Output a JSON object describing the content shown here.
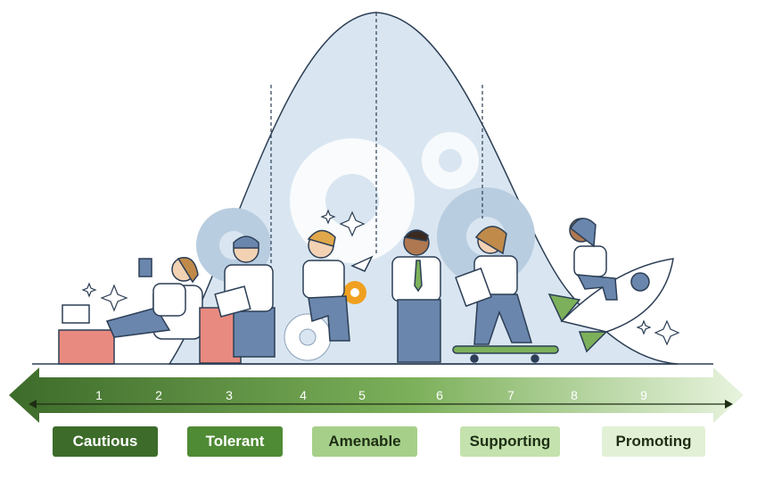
{
  "scale": {
    "numbers": [
      "1",
      "2",
      "3",
      "4",
      "5",
      "6",
      "7",
      "8",
      "9"
    ]
  },
  "categories": [
    {
      "label": "Cautious",
      "bg": "#3d6b2a",
      "fg": "#ffffff"
    },
    {
      "label": "Tolerant",
      "bg": "#4f8a34",
      "fg": "#ffffff"
    },
    {
      "label": "Amenable",
      "bg": "#a6d08a",
      "fg": "#1e2e14"
    },
    {
      "label": "Supporting",
      "bg": "#c4e2ad",
      "fg": "#1e2e14"
    },
    {
      "label": "Promoting",
      "bg": "#e2f1d6",
      "fg": "#1e2e14"
    }
  ],
  "colors": {
    "curve_fill": "#d9e6f1",
    "curve_stroke": "#2c3e55",
    "gear": "#b9cde0",
    "arrow_dark": "#3d6b2a",
    "arrow_light": "#e2f1d6",
    "figure_pants": "#6a86ad",
    "figure_shirt": "#ffffff",
    "accent_orange": "#f0a020"
  }
}
